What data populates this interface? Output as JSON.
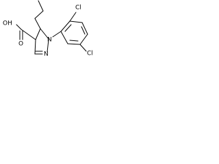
{
  "molecule": {
    "labels": {
      "oh_acid": "OH",
      "o_carbonyl": "O",
      "n_pyrazole_1": "N",
      "n_pyrazole_2": "N",
      "cl_top": "Cl",
      "cl_bottom": "Cl"
    }
  }
}
